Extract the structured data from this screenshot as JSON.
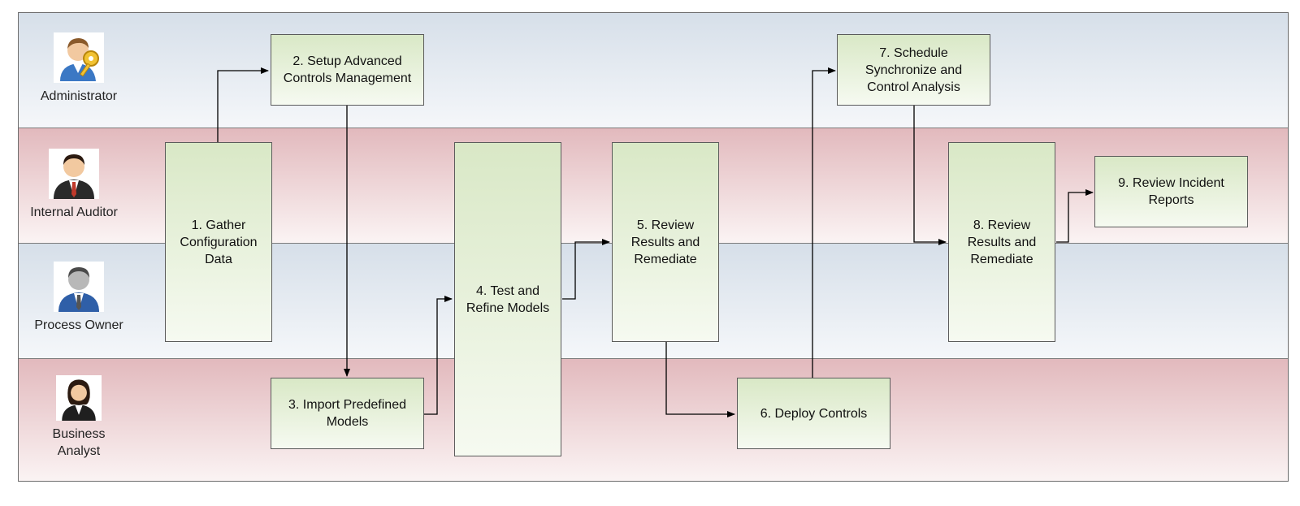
{
  "lanes": [
    {
      "actor": "Administrator",
      "color": "#d6dfe9",
      "icon": "admin-key-icon"
    },
    {
      "actor": "Internal Auditor",
      "color": "#e2b9bd",
      "icon": "auditor-person-icon"
    },
    {
      "actor": "Process Owner",
      "color": "#d6dfe9",
      "icon": "process-owner-person-icon"
    },
    {
      "actor": "Business\nAnalyst",
      "color": "#e2b9bd",
      "icon": "business-analyst-person-icon"
    }
  ],
  "steps": {
    "s1": "1. Gather\nConfiguration\nData",
    "s2": "2. Setup Advanced\nControls Management",
    "s3": "3. Import Predefined\nModels",
    "s4": "4. Test and\nRefine Models",
    "s5": "5. Review\nResults and\nRemediate",
    "s6": "6. Deploy Controls",
    "s7": "7. Schedule\nSynchronize and\nControl Analysis",
    "s8": "8. Review\nResults and\nRemediate",
    "s9": "9. Review Incident\nReports"
  },
  "colors": {
    "box_top": "#d9e8c6",
    "box_bottom": "#f6faf1",
    "connector": "#000000"
  }
}
